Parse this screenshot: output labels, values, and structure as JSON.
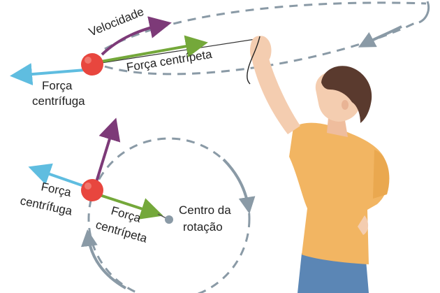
{
  "labels": {
    "velocidade": "Velocidade",
    "forca_centripeta_top": "Força centrípeta",
    "forca_centrifuga_top_l1": "Força",
    "forca_centrifuga_top_l2": "centrífuga",
    "forca_centrifuga_bot_l1": "Força",
    "forca_centrifuga_bot_l2": "centrífuga",
    "forca_centripeta_bot_l1": "Força",
    "forca_centripeta_bot_l2": "centrípeta",
    "centro_l1": "Centro da",
    "centro_l2": "rotação"
  },
  "colors": {
    "ball": "#e8463e",
    "velocity": "#7d3a78",
    "centripetal": "#74a83a",
    "centrifugal": "#5fbde0",
    "path": "#8a9aa6",
    "shirt": "#f2b562",
    "skin": "#f4cdb0",
    "hair": "#5a3a2e",
    "jeans": "#5b86b5"
  }
}
